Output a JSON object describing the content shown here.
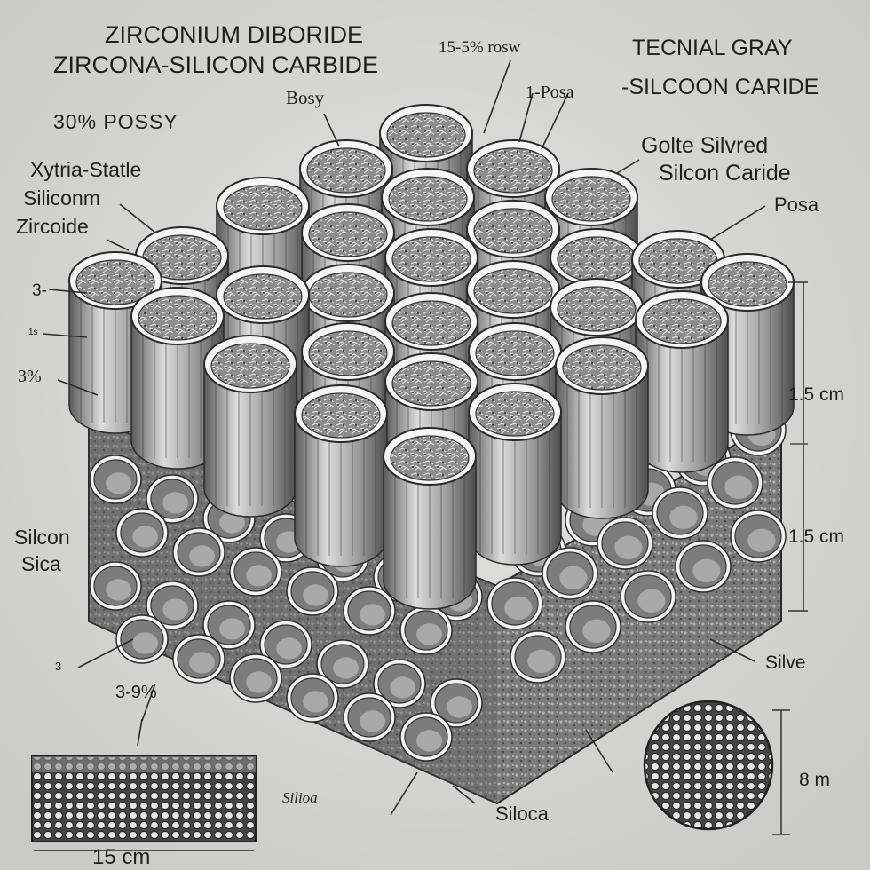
{
  "diagram": {
    "title_lines": [
      "ZIRCONIUM DIBORIDE",
      "ZIRCONA-SILICON CARBIDE"
    ],
    "labels": {
      "porosity_30": "30% POSSY",
      "body": "Bosy",
      "top_poss": "15-5% rosw",
      "poss1": "1-Posa",
      "technical": "TECNIAL GRAY",
      "silicon_carbide": "-SILCOON CARIDE",
      "gold_silvered_1": "Golte Silvred",
      "gold_silvered_2": "Silcon Caride",
      "posa": "Posa",
      "yttria_1": "Xytria-Statle",
      "yttria_2": "Siliconm",
      "yttria_3": "Zircoide",
      "left_3": "3-",
      "left_small": "1s",
      "left_3pct": "3%",
      "dim_top": "1.5 cm",
      "dim_mid": "1.5 cm",
      "silicon_1": "Silcon",
      "silicon_2": "Sica",
      "left_low": "3",
      "left_3to9": "3-9%",
      "silver": "Silve",
      "silioa": "Silioa",
      "siloca": "Siloca",
      "dim_circle": "8 m",
      "dim_bottom": "15 cm"
    },
    "colors": {
      "background": "#d6d6d4",
      "ink": "#1e1e1e",
      "cell_wall": "#f4f4f4",
      "cell_shadow": "#3a3a3a",
      "cell_inner": "#8a8a8a",
      "base": "#6a6a6a"
    }
  }
}
